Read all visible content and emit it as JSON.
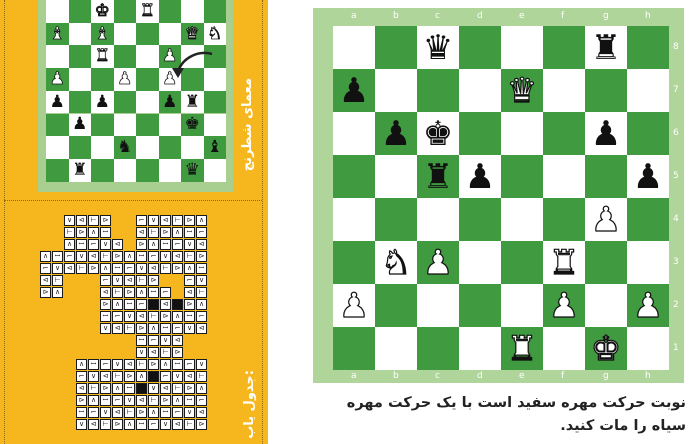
{
  "sections": {
    "chess_puzzle_label": "معمای شطرنج",
    "crossword_label": "جدول یاب:"
  },
  "board": {
    "files": [
      "a",
      "b",
      "c",
      "d",
      "e",
      "f",
      "g",
      "h"
    ],
    "ranks": [
      "8",
      "7",
      "6",
      "5",
      "4",
      "3",
      "2",
      "1"
    ],
    "pieces": [
      {
        "square": "c8",
        "glyph": "♛",
        "color": "black"
      },
      {
        "square": "g8",
        "glyph": "♜",
        "color": "black"
      },
      {
        "square": "a7",
        "glyph": "♟",
        "color": "black"
      },
      {
        "square": "e7",
        "glyph": "♛",
        "color": "white"
      },
      {
        "square": "b6",
        "glyph": "♟",
        "color": "black"
      },
      {
        "square": "c6",
        "glyph": "♚",
        "color": "black"
      },
      {
        "square": "g6",
        "glyph": "♟",
        "color": "black"
      },
      {
        "square": "c5",
        "glyph": "♜",
        "color": "black"
      },
      {
        "square": "d5",
        "glyph": "♟",
        "color": "black"
      },
      {
        "square": "h5",
        "glyph": "♟",
        "color": "black"
      },
      {
        "square": "g4",
        "glyph": "♟",
        "color": "white"
      },
      {
        "square": "b3",
        "glyph": "♞",
        "color": "white"
      },
      {
        "square": "c3",
        "glyph": "♟",
        "color": "white"
      },
      {
        "square": "f3",
        "glyph": "♜",
        "color": "white"
      },
      {
        "square": "a2",
        "glyph": "♟",
        "color": "white"
      },
      {
        "square": "f2",
        "glyph": "♟",
        "color": "white"
      },
      {
        "square": "h2",
        "glyph": "♟",
        "color": "white"
      },
      {
        "square": "e1",
        "glyph": "♜",
        "color": "white"
      },
      {
        "square": "g1",
        "glyph": "♚",
        "color": "white"
      }
    ]
  },
  "caption": {
    "line1": "نوبت حرکت مهره سفید است با یک حرکت مهره",
    "line2": "سیاه را مات کنید."
  },
  "colors": {
    "strip": "#f5b61e",
    "board_frame": "#b0d59a",
    "dark_square": "#3f9a40"
  }
}
